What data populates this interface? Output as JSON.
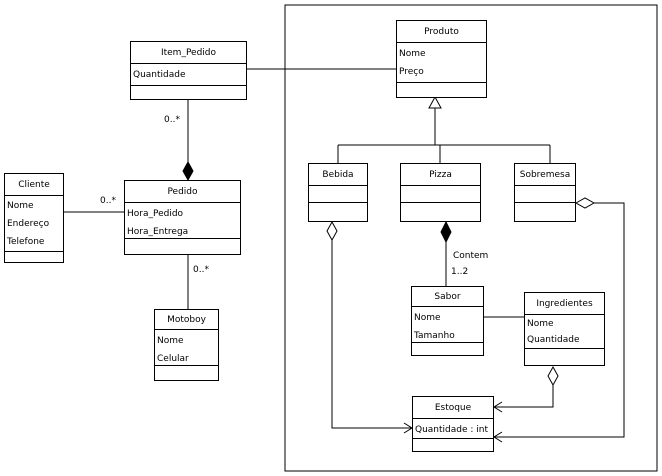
{
  "classes": {
    "produto": {
      "name": "Produto",
      "attributes": [
        "Nome",
        "Preço"
      ]
    },
    "item_pedido": {
      "name": "Item_Pedido",
      "attributes": [
        "Quantidade"
      ]
    },
    "cliente": {
      "name": "Cliente",
      "attributes": [
        "Nome",
        "Endereço",
        "Telefone"
      ]
    },
    "pedido": {
      "name": "Pedido",
      "attributes": [
        "Hora_Pedido",
        "Hora_Entrega"
      ]
    },
    "motoboy": {
      "name": "Motoboy",
      "attributes": [
        "Nome",
        "Celular"
      ]
    },
    "bebida": {
      "name": "Bebida",
      "attributes": []
    },
    "pizza": {
      "name": "Pizza",
      "attributes": []
    },
    "sobremesa": {
      "name": "Sobremesa",
      "attributes": []
    },
    "sabor": {
      "name": "Sabor",
      "attributes": [
        "Nome",
        "Tamanho"
      ]
    },
    "ingredientes": {
      "name": "Ingredientes",
      "attributes": [
        "Nome",
        "Quantidade"
      ]
    },
    "estoque": {
      "name": "Estoque",
      "attributes": [
        "Quantidade : int"
      ]
    }
  },
  "labels": {
    "item_pedido_mult": "0..*",
    "cliente_mult": "0..*",
    "motoboy_mult": "0..*",
    "contem": "Contem",
    "sabor_mult": "1..2"
  }
}
